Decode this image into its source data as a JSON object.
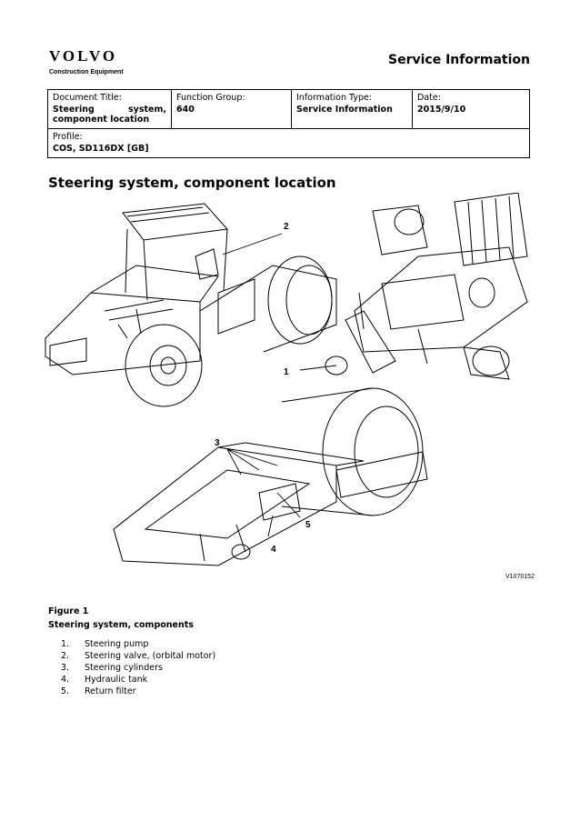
{
  "header": {
    "brand": "VOLVO",
    "brand_sub": "Construction Equipment",
    "doc_kind": "Service Information"
  },
  "meta": {
    "document_title_label": "Document Title:",
    "document_title_line1": "Steering system,",
    "document_title_line2": "component location",
    "function_group_label": "Function Group:",
    "function_group_value": "640",
    "information_type_label": "Information Type:",
    "information_type_value": "Service Information",
    "date_label": "Date:",
    "date_value": "2015/9/10",
    "profile_label": "Profile:",
    "profile_value": "COS, SD116DX [GB]"
  },
  "page_title": "Steering system, component location",
  "figure": {
    "code": "V1070152",
    "callouts": [
      "1",
      "2",
      "3",
      "4",
      "5"
    ],
    "caption_number": "Figure 1",
    "caption_text": "Steering system, components"
  },
  "items": [
    {
      "num": "1.",
      "text": "Steering pump"
    },
    {
      "num": "2.",
      "text": "Steering valve, (orbital motor)"
    },
    {
      "num": "3.",
      "text": "Steering cylinders"
    },
    {
      "num": "4.",
      "text": "Hydraulic tank"
    },
    {
      "num": "5.",
      "text": "Return filter"
    }
  ]
}
